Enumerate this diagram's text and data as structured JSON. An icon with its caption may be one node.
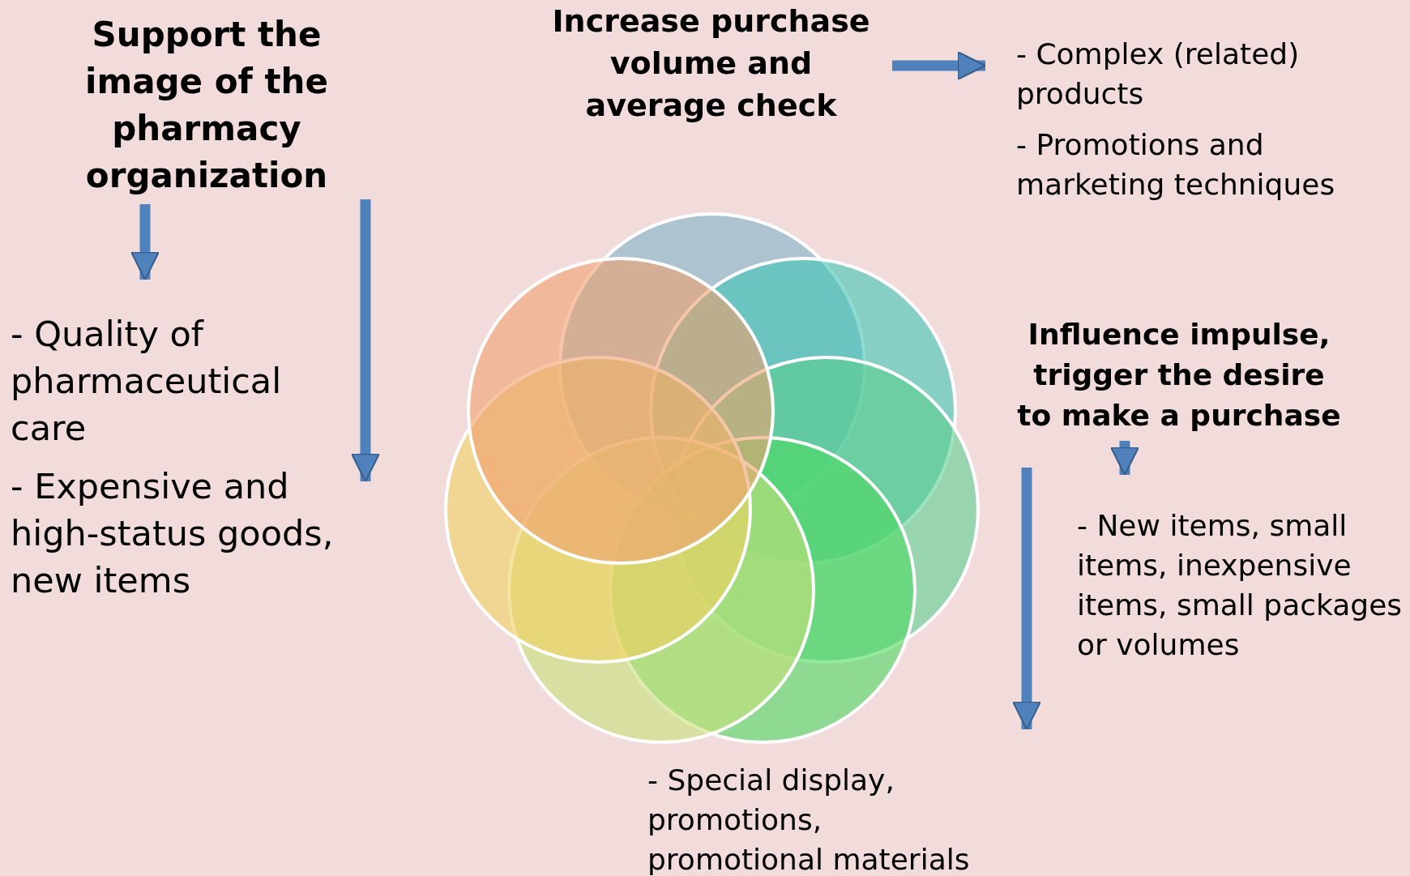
{
  "diagram": {
    "nodes": [
      {
        "text": [
          "Support the image of the pharmacy organization"
        ]
      },
      {
        "text": [
          "- Quality of pharmaceutical care",
          "- Expensive and high-status goods, new items"
        ]
      },
      {
        "text": [
          "Increase purchase volume and average check"
        ]
      },
      {
        "text": [
          "- Complex (related) products",
          "- Promotions and marketing techniques"
        ]
      },
      {
        "text": [
          "Influence impulse, trigger the desire to make a purchase"
        ]
      },
      {
        "text": [
          "- New items, small items, inexpensive items, small packages or volumes"
        ]
      },
      {
        "text": [
          "- Special display, promotions, promotional materials"
        ]
      }
    ],
    "edges": [
      {
        "from": 0,
        "to": 1,
        "arrow": "to"
      },
      {
        "from": 2,
        "to": 3,
        "arrow": "to"
      },
      {
        "from": 4,
        "to": 5,
        "arrow": "to"
      },
      {
        "from": null,
        "to": 6,
        "arrow": "to"
      }
    ]
  }
}
